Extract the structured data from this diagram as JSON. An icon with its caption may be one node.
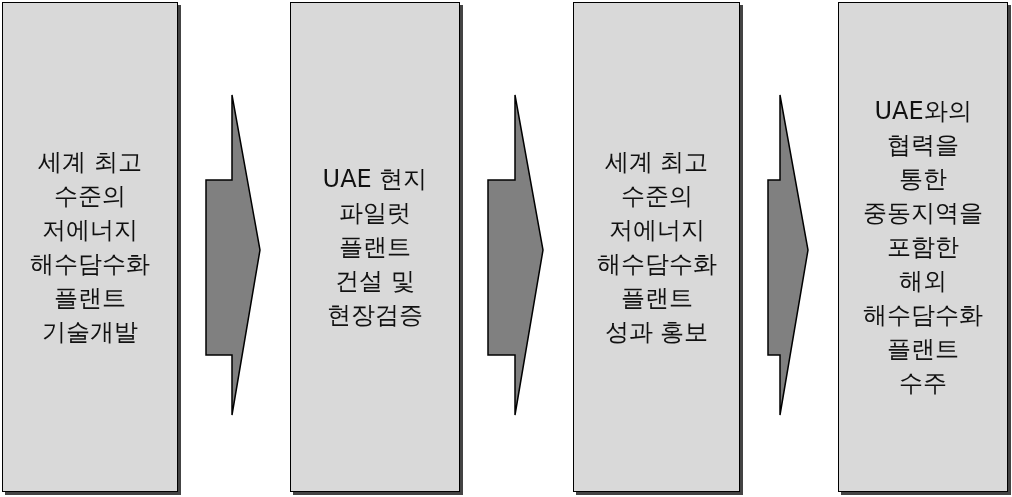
{
  "diagram": {
    "nodes": [
      {
        "text": [
          "세계 최고 수준의 저에너지 해수담수화 플랜트 기술개발"
        ]
      },
      {
        "text": [
          "UAE 현지 파일럿 플랜트 건설 및 현장검증"
        ]
      },
      {
        "text": [
          "세계 최고 수준의 저에너지 해수담수화 플랜트 성과 홍보"
        ]
      },
      {
        "text": [
          "UAE와의 협력을 통한 중동지역을 포함한 해외 해수담수화 플랜트 수주"
        ]
      }
    ],
    "edges": [
      {
        "from": 0,
        "to": 1,
        "arrow": "to"
      },
      {
        "from": 1,
        "to": 2,
        "arrow": "to"
      },
      {
        "from": 2,
        "to": 3,
        "arrow": "to"
      }
    ]
  }
}
